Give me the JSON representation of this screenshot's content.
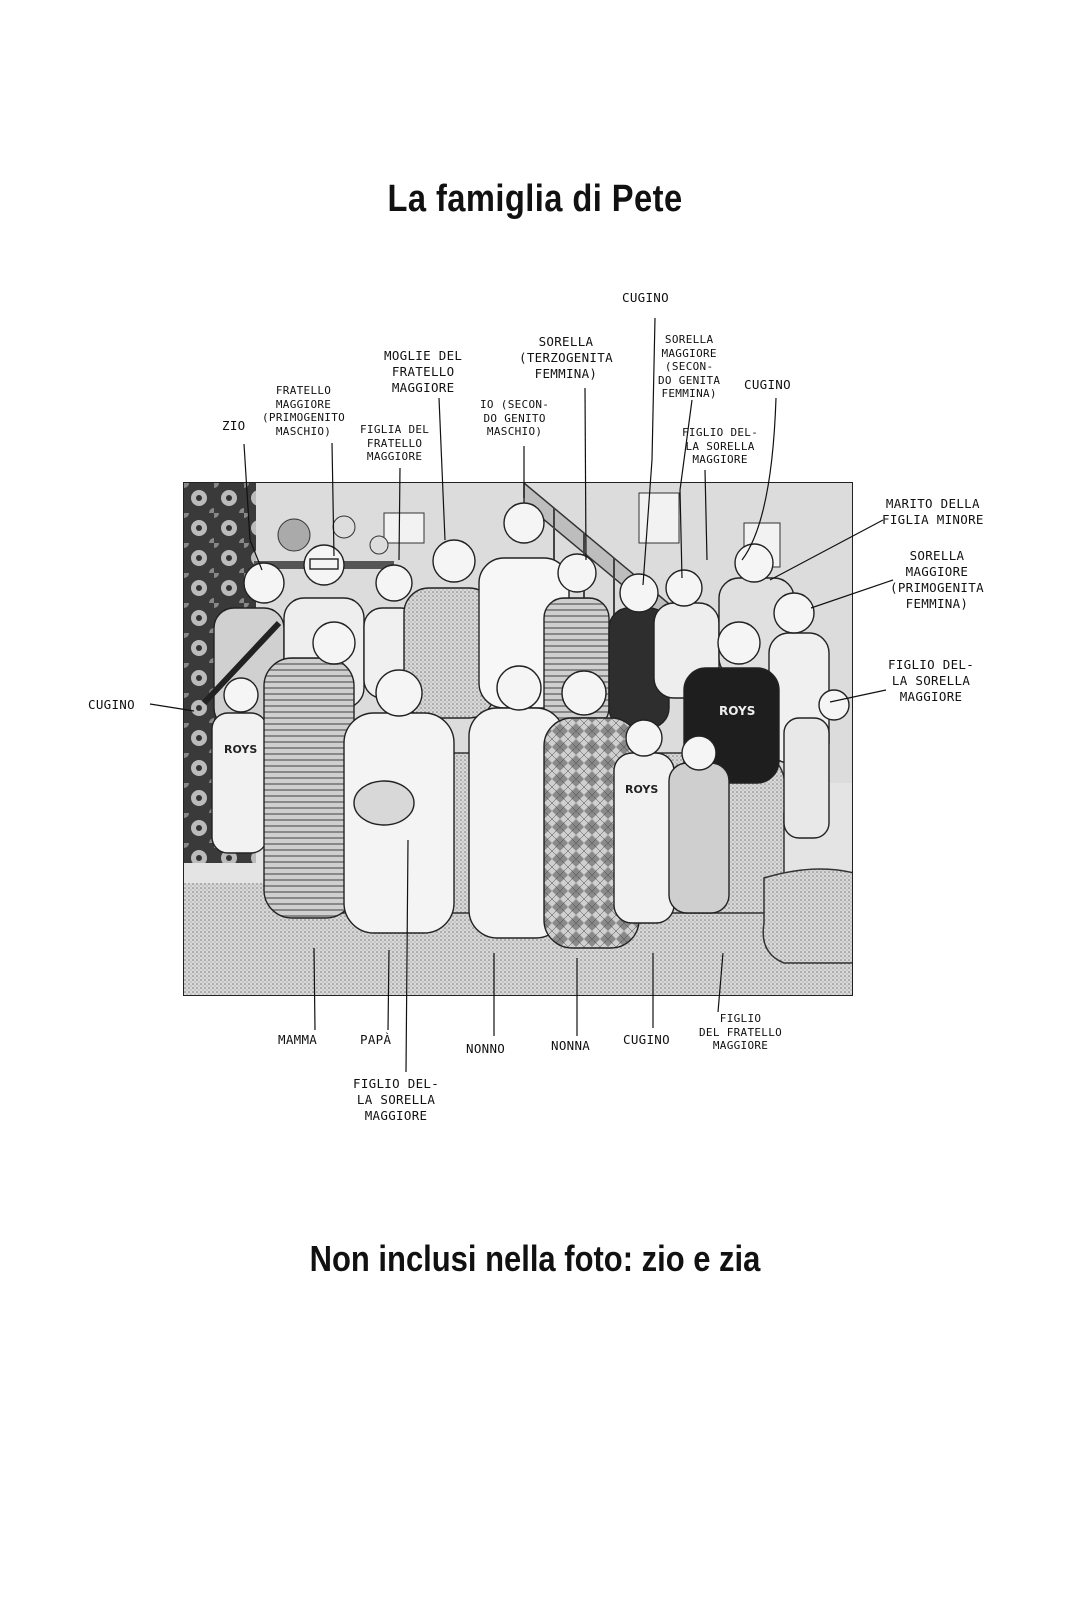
{
  "title": "La famiglia di Pete",
  "footer": "Non inclusi nella foto: zio e zia",
  "labels": {
    "zio": "ZIO",
    "fratello": "FRATELLO\nMAGGIORE\n(PRIMOGENITO\nMASCHIO)",
    "figlia_fratello": "FIGLIA DEL\nFRATELLO\nMAGGIORE",
    "moglie": "MOGLIE DEL\nFRATELLO\nMAGGIORE",
    "io": "IO (SECON-\nDO GENITO\nMASCHIO)",
    "sorella3": "SORELLA\n(TERZOGENITA\nFEMMINA)",
    "cugino_top": "CUGINO",
    "sorella2": "SORELLA\nMAGGIORE\n(SECON-\nDO GENITA\nFEMMINA)",
    "figlio_sorella_top": "FIGLIO DEL-\nLA SORELLA\nMAGGIORE",
    "cugino_right": "CUGINO",
    "marito": "MARITO DELLA\nFIGLIA MINORE",
    "sorella1": "SORELLA\nMAGGIORE\n(PRIMOGENITA\nFEMMINA)",
    "figlio_sorella_right": "FIGLIO DEL-\nLA SORELLA\nMAGGIORE",
    "cugino_left": "CUGINO",
    "mamma": "MAMMA",
    "papa": "PAPÀ",
    "nonno": "NONNO",
    "nonna": "NONNA",
    "cugino_bottom": "CUGINO",
    "figlio_fratello": "FIGLIO\nDEL FRATELLO\nMAGGIORE",
    "figlio_sorella_bottom": "FIGLIO DEL-\nLA SORELLA\nMAGGIORE"
  },
  "photo": {
    "jersey_text": "ROYS"
  }
}
